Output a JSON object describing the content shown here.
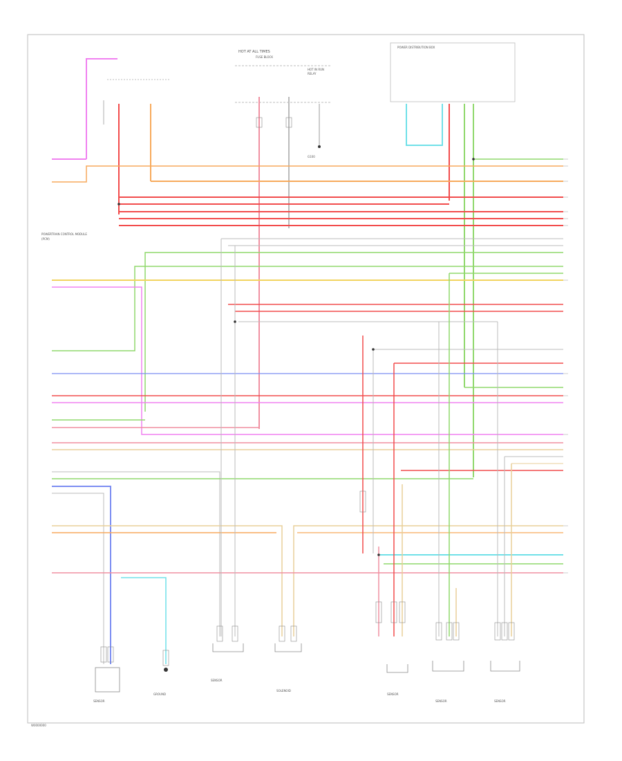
{
  "diagram": {
    "footer_code": "W0000000",
    "header": {
      "fuse_block": "HOT AT ALL TIMES",
      "fuse_block_sub": "FUSE BLOCK",
      "battery_junction": "HOT IN RUN",
      "battery_junction_sub": "RELAY",
      "ground": "G100",
      "relay_label": "POWER DISTRIBUTION BOX"
    },
    "left_labels": {
      "pcm_title": "POWERTRAIN CONTROL MODULE",
      "pcm_sub": "(PCM)"
    },
    "components": [
      "SENSOR",
      "GROUND",
      "SENSOR",
      "SOLENOID",
      "SENSOR",
      "SENSOR",
      "SENSOR"
    ],
    "colors": {
      "pink": "#f08fa0",
      "orange": "#f7a95b",
      "red": "#f24b4b",
      "green": "#8fd86b",
      "yellow": "#f2d45e",
      "magenta": "#f080f0",
      "blue": "#7b8df2",
      "cyan": "#6fe0e8",
      "gray": "#bbbbbb",
      "tan": "#e8cf98"
    }
  }
}
